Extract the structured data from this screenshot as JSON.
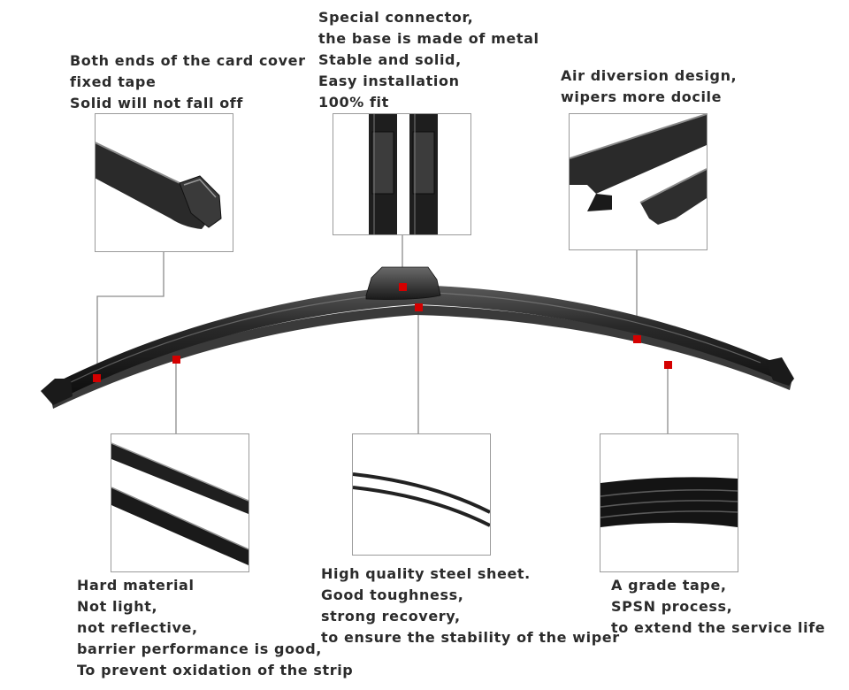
{
  "callouts": {
    "card_cover": {
      "lines": [
        "Both ends of the card cover",
        "fixed tape",
        "Solid will not fall off"
      ]
    },
    "connector": {
      "lines": [
        "Special connector,",
        "the base is made of metal",
        "Stable and solid,",
        "Easy installation",
        "100% fit"
      ]
    },
    "air_diversion": {
      "lines": [
        "Air diversion design,",
        "wipers more docile"
      ]
    },
    "hard_material": {
      "lines": [
        "Hard material",
        "Not light,",
        "not reflective,",
        "barrier performance is good,",
        "To prevent oxidation of the strip"
      ]
    },
    "steel_sheet": {
      "lines": [
        "High quality steel sheet.",
        "Good toughness,",
        "strong recovery,",
        "to ensure the stability of the wiper"
      ]
    },
    "grade_tape": {
      "lines": [
        "A grade tape,",
        "SPSN process,",
        "to extend the service life"
      ]
    }
  },
  "colors": {
    "text": "#2b2b2b",
    "marker": "#d40000",
    "leader_line": "#8c8c8c",
    "box_border": "#9a9a9a",
    "rubber": "#1c1c1c"
  }
}
